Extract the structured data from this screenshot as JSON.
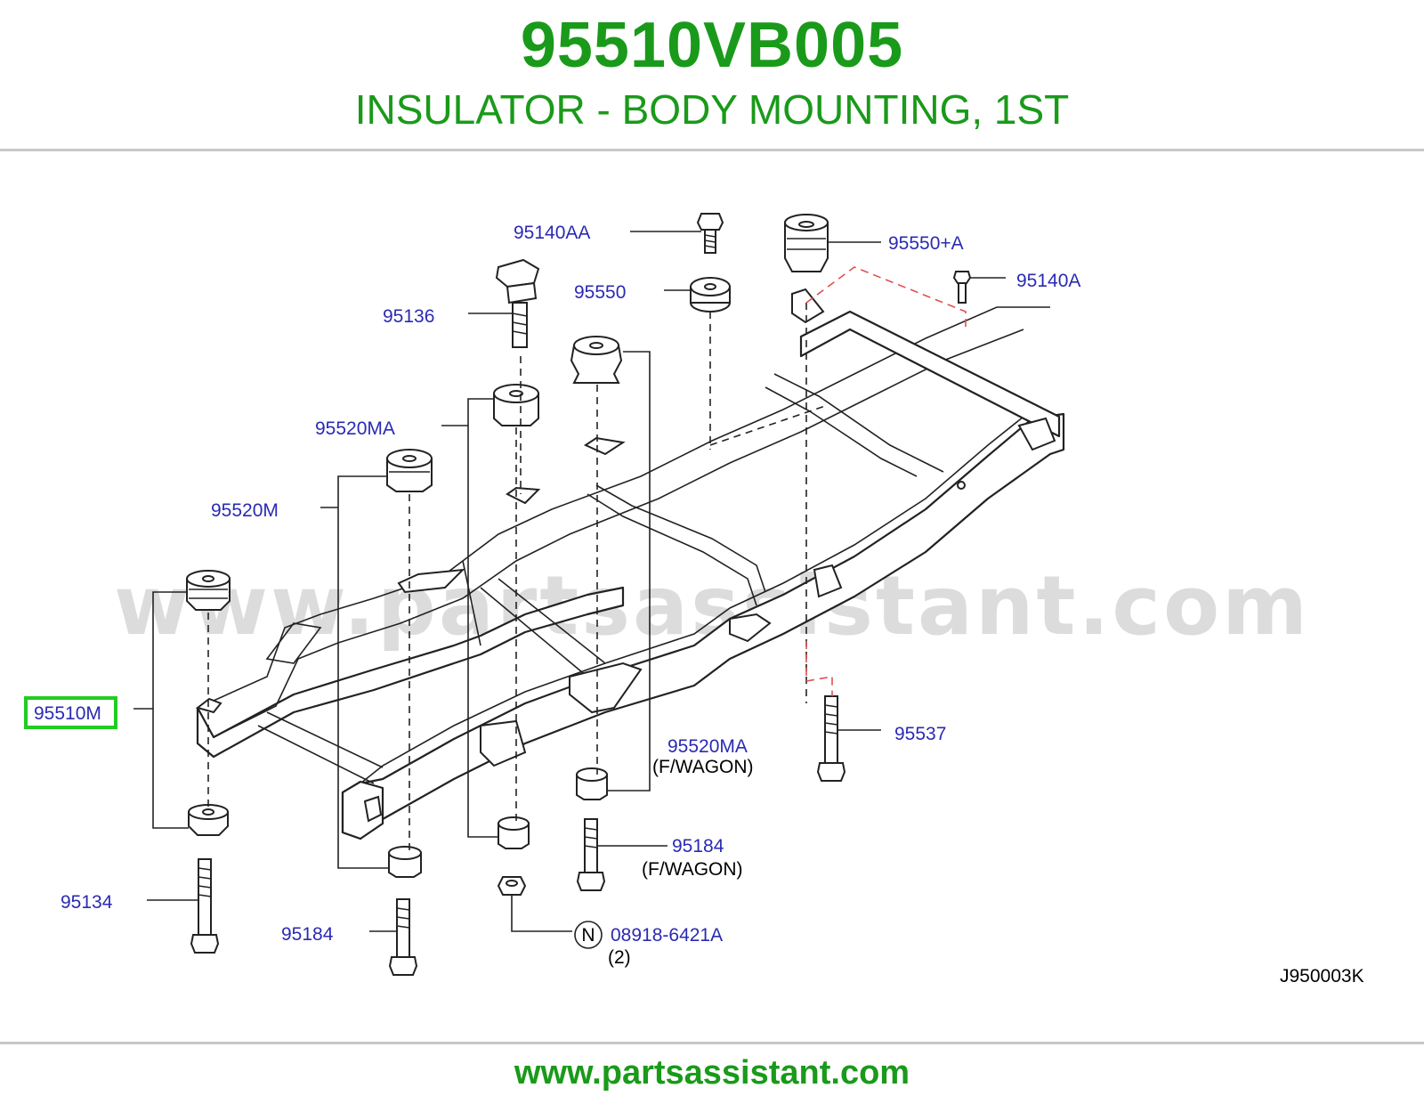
{
  "header": {
    "part_number": "95510VB005",
    "description": "INSULATOR - BODY MOUNTING, 1ST"
  },
  "diagram": {
    "watermark": "www.partsassistant.com",
    "drawing_code": "J950003K",
    "callouts": {
      "c95140AA": "95140AA",
      "c95550plusA": "95550+A",
      "c95140A": "95140A",
      "c95136": "95136",
      "c95550": "95550",
      "c95520MA_top": "95520MA",
      "c95520M": "95520M",
      "c95510M": "95510M",
      "c95520MA_fwagon": "95520MA",
      "fwagon_note_1": "(F/WAGON)",
      "c95537": "95537",
      "c95184_fwagon": "95184",
      "fwagon_note_2": "(F/WAGON)",
      "c95134": "95134",
      "c95184": "95184",
      "nut_marker": "N",
      "c08918": "08918-6421A",
      "qty_note": "(2)"
    },
    "highlighted_callout": "95510M",
    "highlight_color": "#22cc22"
  },
  "footer": {
    "url": "www.partsassistant.com"
  },
  "colors": {
    "brand_green": "#1a9a1a",
    "callout_blue": "#2a2ab4",
    "rule_gray": "#c8c8c8",
    "watermark_gray": "#dcdcdc"
  }
}
